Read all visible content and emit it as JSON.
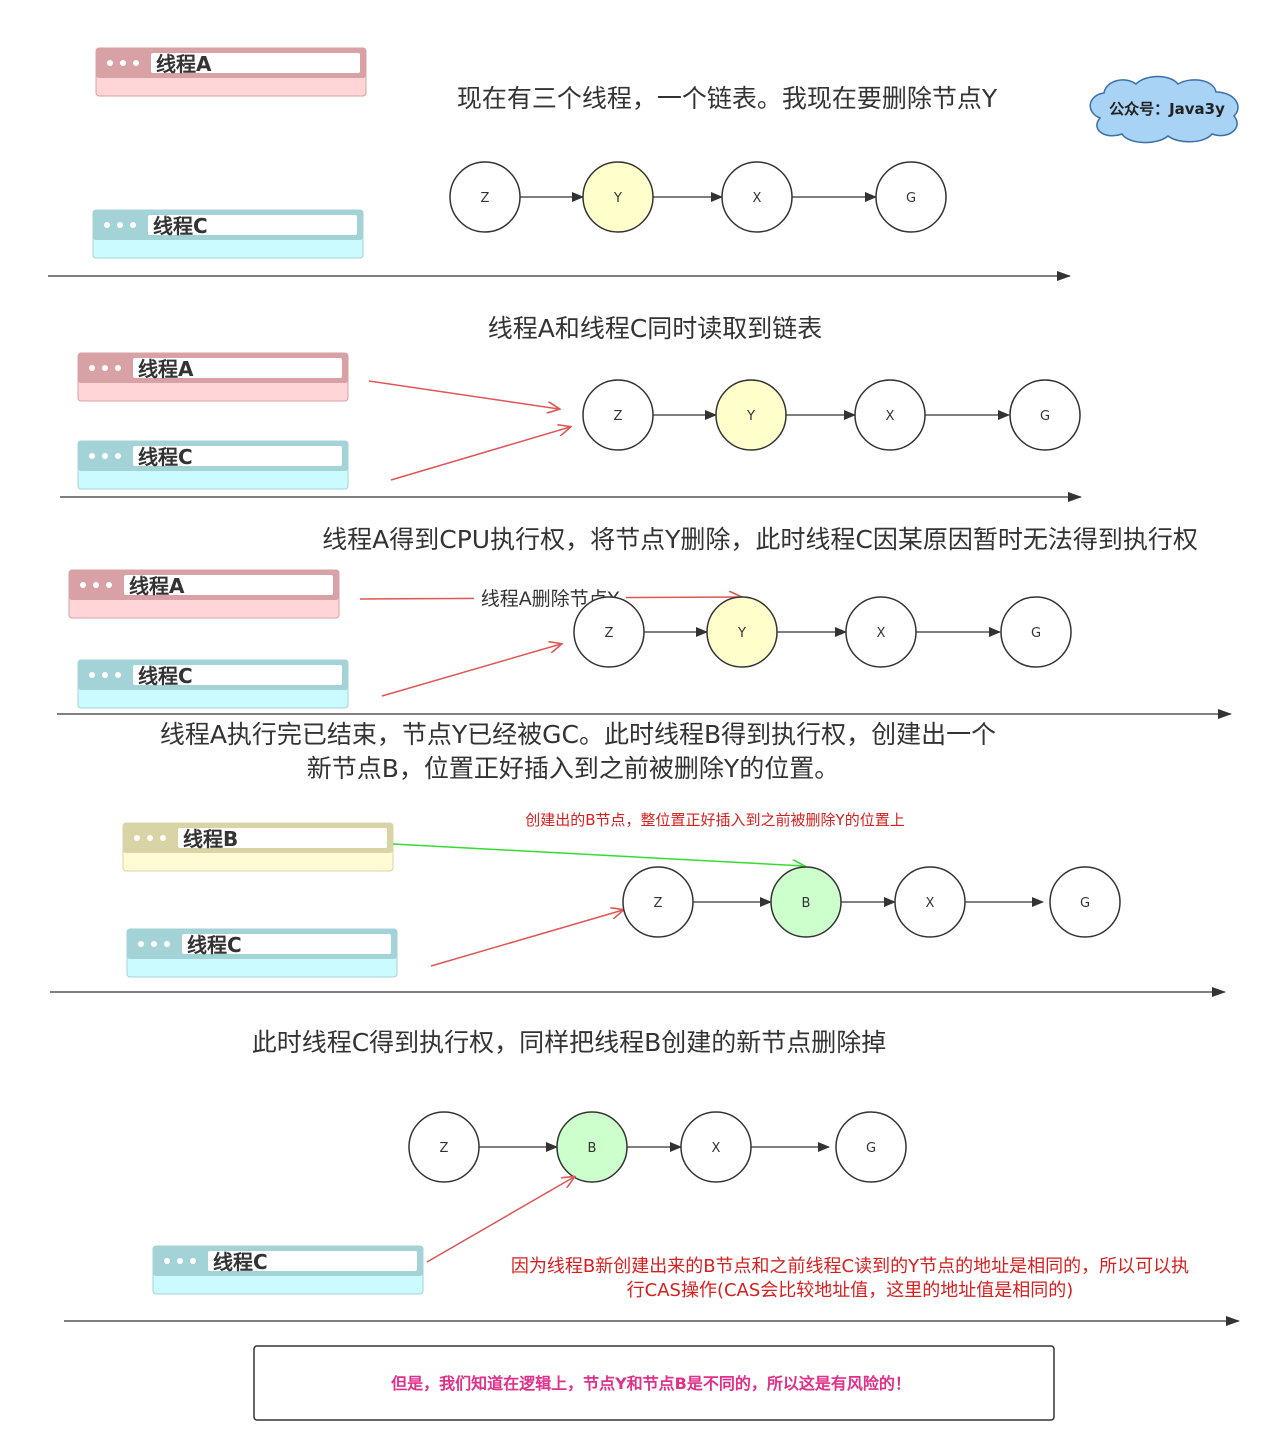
{
  "badge": {
    "text": "公众号：Java3y",
    "color": "#a9d3f5"
  },
  "colors": {
    "thread_a_header": "#d8a1a6",
    "thread_a_body": "#ffd5d8",
    "thread_c_header": "#a3d3d7",
    "thread_c_body": "#ccfbff",
    "thread_b_header": "#d8d4a6",
    "thread_b_body": "#fffcd5",
    "node_y": "#ffffcc",
    "node_b": "#ccffcc",
    "red_arrow": "#e05555",
    "green_arrow": "#33dd33"
  },
  "threads": {
    "a": "线程A",
    "b": "线程B",
    "c": "线程C"
  },
  "nodes": {
    "z": "Z",
    "y": "Y",
    "x": "X",
    "g": "G",
    "b": "B"
  },
  "steps": [
    {
      "caption": "现在有三个线程，一个链表。我现在要删除节点Y"
    },
    {
      "caption": "线程A和线程C同时读取到链表"
    },
    {
      "caption": "线程A得到CPU执行权，将节点Y删除，此时线程C因某原因暂时无法得到执行权",
      "arrow_label": "线程A删除节点Y"
    },
    {
      "caption_line1": "线程A执行完已结束，节点Y已经被GC。此时线程B得到执行权，创建出一个",
      "caption_line2": "新节点B，位置正好插入到之前被删除Y的位置。",
      "note": "创建出的B节点，整位置正好插入到之前被删除Y的位置上"
    },
    {
      "caption": "此时线程C得到执行权，同样把线程B创建的新节点删除掉",
      "note_line1": "因为线程B新创建出来的B节点和之前线程C读到的Y节点的地址是相同的，所以可以执",
      "note_line2": "行CAS操作(CAS会比较地址值，这里的地址值是相同的)"
    }
  ],
  "conclusion": "但是，我们知道在逻辑上，节点Y和节点B是不同的，所以这是有风险的！"
}
